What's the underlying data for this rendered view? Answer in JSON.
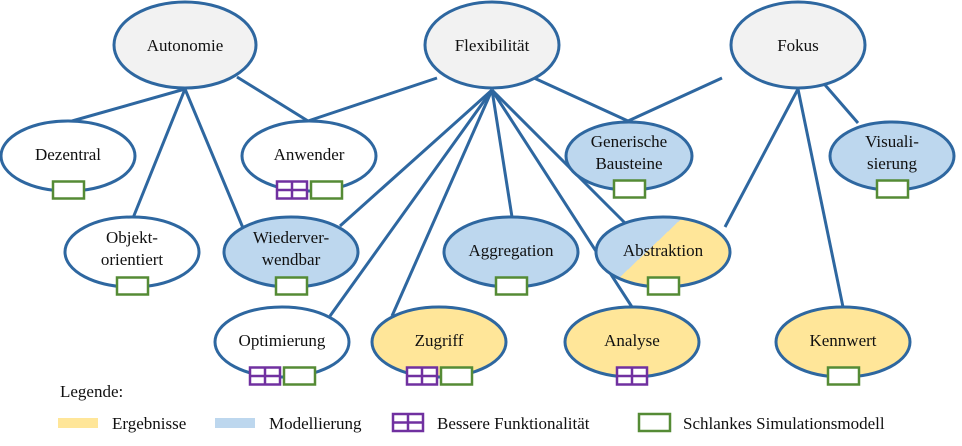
{
  "colors": {
    "edge": "#2e67a0",
    "category_fill": "#f2f2f2",
    "plain_fill": "#ffffff",
    "modellierung": "#bdd7ee",
    "ergebnisse": "#ffe699",
    "bessere_funktionalitaet": "#7030a0",
    "schlankes_simulationsmodell": "#558b35"
  },
  "nodes": [
    {
      "id": "autonomie",
      "lines": [
        "Autonomie"
      ],
      "type": "category",
      "markers": []
    },
    {
      "id": "flexibilitaet",
      "lines": [
        "Flexibilität"
      ],
      "type": "category",
      "markers": []
    },
    {
      "id": "fokus",
      "lines": [
        "Fokus"
      ],
      "type": "category",
      "markers": []
    },
    {
      "id": "dezentral",
      "lines": [
        "Dezentral"
      ],
      "type": "plain",
      "markers": [
        "schlank"
      ]
    },
    {
      "id": "anwender",
      "lines": [
        "Anwender"
      ],
      "type": "plain",
      "markers": [
        "funktion",
        "schlank"
      ]
    },
    {
      "id": "generische-bausteine",
      "lines": [
        "Generische",
        "Bausteine"
      ],
      "type": "modellierung",
      "markers": [
        "schlank"
      ]
    },
    {
      "id": "visualisierung",
      "lines": [
        "Visuali-",
        "sierung"
      ],
      "type": "modellierung",
      "markers": [
        "schlank"
      ]
    },
    {
      "id": "objektorientiert",
      "lines": [
        "Objekt-",
        "orientiert"
      ],
      "type": "plain",
      "markers": [
        "schlank"
      ]
    },
    {
      "id": "wiederverwendbar",
      "lines": [
        "Wiederver-",
        "wendbar"
      ],
      "type": "modellierung",
      "markers": [
        "schlank"
      ]
    },
    {
      "id": "aggregation",
      "lines": [
        "Aggregation"
      ],
      "type": "modellierung",
      "markers": [
        "schlank"
      ]
    },
    {
      "id": "abstraktion",
      "lines": [
        "Abstraktion"
      ],
      "type": "split",
      "markers": [
        "schlank"
      ]
    },
    {
      "id": "optimierung",
      "lines": [
        "Optimierung"
      ],
      "type": "plain",
      "markers": [
        "funktion",
        "schlank"
      ]
    },
    {
      "id": "zugriff",
      "lines": [
        "Zugriff"
      ],
      "type": "ergebnisse",
      "markers": [
        "funktion",
        "schlank"
      ]
    },
    {
      "id": "analyse",
      "lines": [
        "Analyse"
      ],
      "type": "ergebnisse",
      "markers": [
        "funktion"
      ]
    },
    {
      "id": "kennwert",
      "lines": [
        "Kennwert"
      ],
      "type": "ergebnisse",
      "markers": [
        "schlank"
      ]
    }
  ],
  "edges": [
    [
      "autonomie",
      "dezentral"
    ],
    [
      "autonomie",
      "objektorientiert"
    ],
    [
      "autonomie",
      "wiederverwendbar"
    ],
    [
      "autonomie",
      "anwender"
    ],
    [
      "flexibilitaet",
      "anwender"
    ],
    [
      "flexibilitaet",
      "wiederverwendbar"
    ],
    [
      "flexibilitaet",
      "optimierung"
    ],
    [
      "flexibilitaet",
      "zugriff"
    ],
    [
      "flexibilitaet",
      "aggregation"
    ],
    [
      "flexibilitaet",
      "analyse"
    ],
    [
      "flexibilitaet",
      "abstraktion"
    ],
    [
      "flexibilitaet",
      "generische-bausteine"
    ],
    [
      "fokus",
      "generische-bausteine"
    ],
    [
      "fokus",
      "abstraktion"
    ],
    [
      "fokus",
      "kennwert"
    ],
    [
      "fokus",
      "visualisierung"
    ]
  ],
  "legend": {
    "title": "Legende:",
    "items": [
      {
        "key": "ergebnisse",
        "label": "Ergebnisse"
      },
      {
        "key": "modellierung",
        "label": "Modellierung"
      },
      {
        "key": "funktion",
        "label": "Bessere Funktionalität"
      },
      {
        "key": "schlank",
        "label": "Schlankes Simulationsmodell"
      }
    ]
  }
}
